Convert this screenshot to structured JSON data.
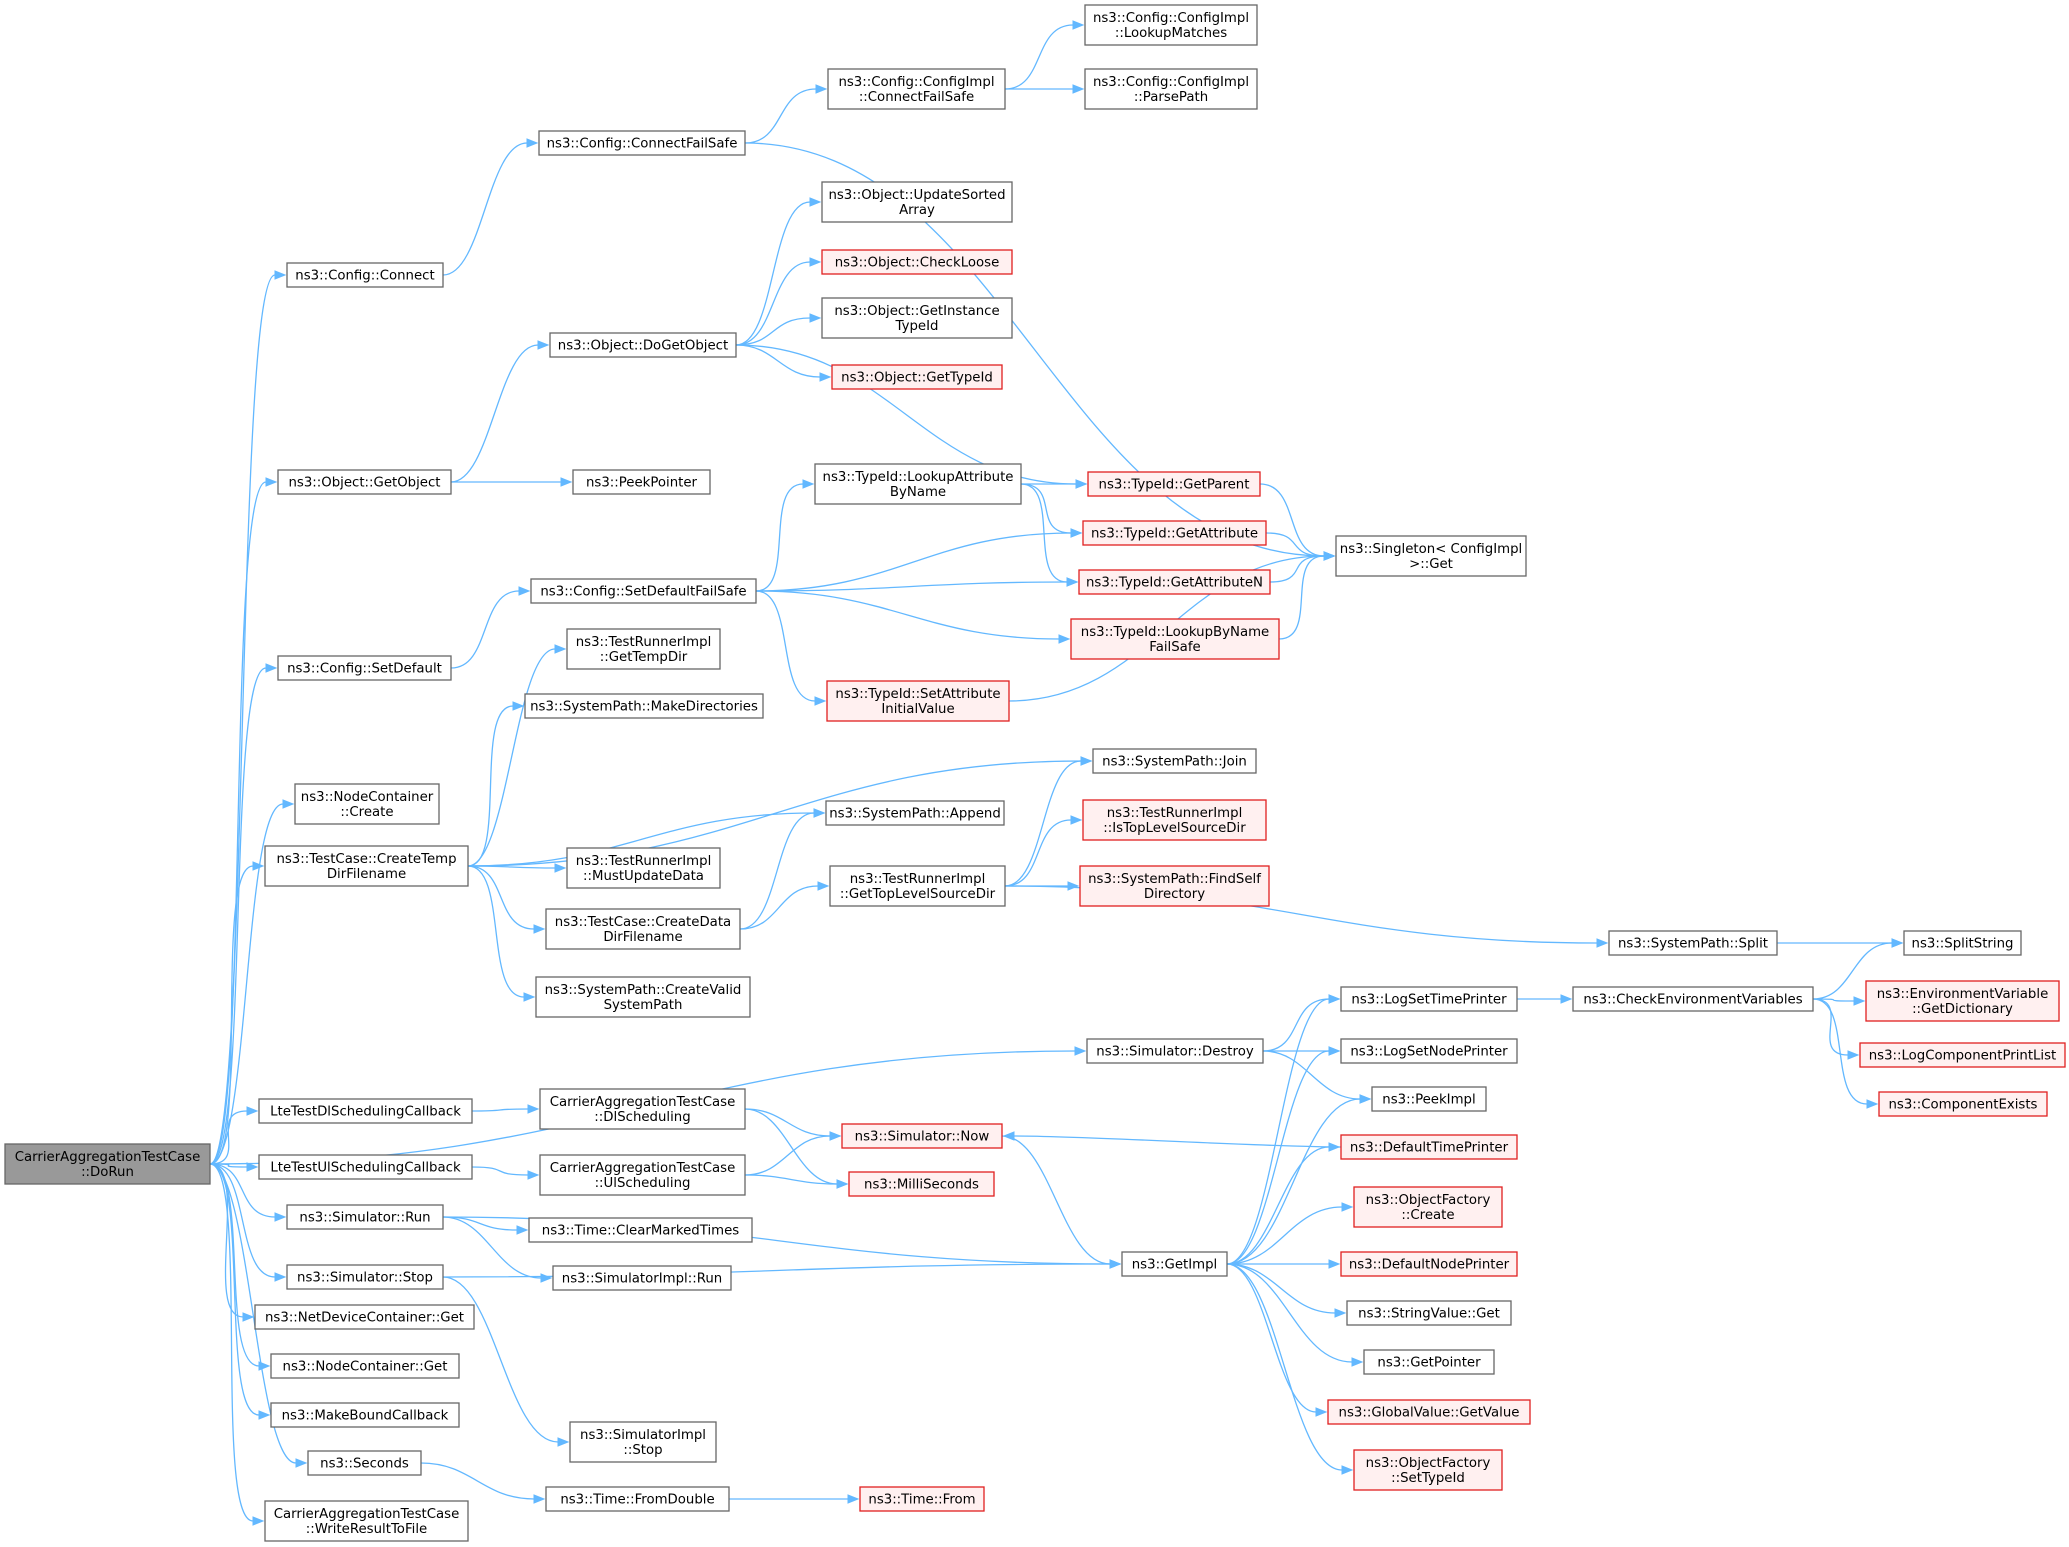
{
  "graph": {
    "type": "call-graph",
    "colors": {
      "edge": "#63b8ff",
      "node_border": "#666666",
      "truncated_border": "#e02020",
      "truncated_fill": "#fff0f0",
      "root_fill": "#999999"
    },
    "nodes": [
      {
        "id": "doRun",
        "lines": [
          "CarrierAggregationTestCase",
          "::DoRun"
        ],
        "style": "root"
      },
      {
        "id": "cfgConnect",
        "lines": [
          "ns3::Config::Connect"
        ]
      },
      {
        "id": "cfgConnectFS",
        "lines": [
          "ns3::Config::ConnectFailSafe"
        ]
      },
      {
        "id": "implConnectFS",
        "lines": [
          "ns3::Config::ConfigImpl",
          "::ConnectFailSafe"
        ]
      },
      {
        "id": "lookupMatches",
        "lines": [
          "ns3::Config::ConfigImpl",
          "::LookupMatches"
        ]
      },
      {
        "id": "parsePath",
        "lines": [
          "ns3::Config::ConfigImpl",
          "::ParsePath"
        ]
      },
      {
        "id": "updSorted",
        "lines": [
          "ns3::Object::UpdateSorted",
          "Array"
        ]
      },
      {
        "id": "checkLoose",
        "lines": [
          "ns3::Object::CheckLoose"
        ],
        "style": "red"
      },
      {
        "id": "getInstTid",
        "lines": [
          "ns3::Object::GetInstance",
          "TypeId"
        ]
      },
      {
        "id": "doGetObject",
        "lines": [
          "ns3::Object::DoGetObject"
        ]
      },
      {
        "id": "objGetTypeId",
        "lines": [
          "ns3::Object::GetTypeId"
        ],
        "style": "red"
      },
      {
        "id": "getObject",
        "lines": [
          "ns3::Object::GetObject"
        ]
      },
      {
        "id": "peekPointer",
        "lines": [
          "ns3::PeekPointer"
        ]
      },
      {
        "id": "lookupAttr",
        "lines": [
          "ns3::TypeId::LookupAttribute",
          "ByName"
        ]
      },
      {
        "id": "getParent",
        "lines": [
          "ns3::TypeId::GetParent"
        ],
        "style": "red"
      },
      {
        "id": "getAttribute",
        "lines": [
          "ns3::TypeId::GetAttribute"
        ],
        "style": "red"
      },
      {
        "id": "getAttributeN",
        "lines": [
          "ns3::TypeId::GetAttributeN"
        ],
        "style": "red"
      },
      {
        "id": "singletonGet",
        "lines": [
          "ns3::Singleton< ConfigImpl",
          ">::Get"
        ]
      },
      {
        "id": "setDefFS",
        "lines": [
          "ns3::Config::SetDefaultFailSafe"
        ]
      },
      {
        "id": "lookupByName",
        "lines": [
          "ns3::TypeId::LookupByName",
          "FailSafe"
        ],
        "style": "red"
      },
      {
        "id": "setDefault",
        "lines": [
          "ns3::Config::SetDefault"
        ]
      },
      {
        "id": "getTempDir",
        "lines": [
          "ns3::TestRunnerImpl",
          "::GetTempDir"
        ]
      },
      {
        "id": "setAttrInit",
        "lines": [
          "ns3::TypeId::SetAttribute",
          "InitialValue"
        ],
        "style": "red"
      },
      {
        "id": "makeDirs",
        "lines": [
          "ns3::SystemPath::MakeDirectories"
        ]
      },
      {
        "id": "spJoin",
        "lines": [
          "ns3::SystemPath::Join"
        ]
      },
      {
        "id": "ncCreate",
        "lines": [
          "ns3::NodeContainer",
          "::Create"
        ]
      },
      {
        "id": "isTopLevel",
        "lines": [
          "ns3::TestRunnerImpl",
          "::IsTopLevelSourceDir"
        ],
        "style": "red"
      },
      {
        "id": "spAppend",
        "lines": [
          "ns3::SystemPath::Append"
        ]
      },
      {
        "id": "createTemp",
        "lines": [
          "ns3::TestCase::CreateTemp",
          "DirFilename"
        ]
      },
      {
        "id": "mustUpdate",
        "lines": [
          "ns3::TestRunnerImpl",
          "::MustUpdateData"
        ]
      },
      {
        "id": "findSelf",
        "lines": [
          "ns3::SystemPath::FindSelf",
          "Directory"
        ],
        "style": "red"
      },
      {
        "id": "getTopLevel",
        "lines": [
          "ns3::TestRunnerImpl",
          "::GetTopLevelSourceDir"
        ]
      },
      {
        "id": "createData",
        "lines": [
          "ns3::TestCase::CreateData",
          "DirFilename"
        ]
      },
      {
        "id": "spSplit",
        "lines": [
          "ns3::SystemPath::Split"
        ]
      },
      {
        "id": "splitString",
        "lines": [
          "ns3::SplitString"
        ]
      },
      {
        "id": "createValid",
        "lines": [
          "ns3::SystemPath::CreateValid",
          "SystemPath"
        ]
      },
      {
        "id": "logSetTime",
        "lines": [
          "ns3::LogSetTimePrinter"
        ]
      },
      {
        "id": "checkEnv",
        "lines": [
          "ns3::CheckEnvironmentVariables"
        ]
      },
      {
        "id": "envGetDict",
        "lines": [
          "ns3::EnvironmentVariable",
          "::GetDictionary"
        ],
        "style": "red"
      },
      {
        "id": "simDestroy",
        "lines": [
          "ns3::Simulator::Destroy"
        ]
      },
      {
        "id": "logSetNode",
        "lines": [
          "ns3::LogSetNodePrinter"
        ]
      },
      {
        "id": "logCompPrint",
        "lines": [
          "ns3::LogComponentPrintList"
        ],
        "style": "red"
      },
      {
        "id": "peekImpl",
        "lines": [
          "ns3::PeekImpl"
        ]
      },
      {
        "id": "compExists",
        "lines": [
          "ns3::ComponentExists"
        ],
        "style": "red"
      },
      {
        "id": "lteDl",
        "lines": [
          "LteTestDlSchedulingCallback"
        ]
      },
      {
        "id": "carDl",
        "lines": [
          "CarrierAggregationTestCase",
          "::DlScheduling"
        ]
      },
      {
        "id": "simNow",
        "lines": [
          "ns3::Simulator::Now"
        ],
        "style": "red"
      },
      {
        "id": "defTimePrinter",
        "lines": [
          "ns3::DefaultTimePrinter"
        ],
        "style": "red"
      },
      {
        "id": "lteUl",
        "lines": [
          "LteTestUlSchedulingCallback"
        ]
      },
      {
        "id": "carUl",
        "lines": [
          "CarrierAggregationTestCase",
          "::UlScheduling"
        ]
      },
      {
        "id": "milliSeconds",
        "lines": [
          "ns3::MilliSeconds"
        ],
        "style": "red"
      },
      {
        "id": "ofCreate",
        "lines": [
          "ns3::ObjectFactory",
          "::Create"
        ],
        "style": "red"
      },
      {
        "id": "simRun",
        "lines": [
          "ns3::Simulator::Run"
        ]
      },
      {
        "id": "clearMarked",
        "lines": [
          "ns3::Time::ClearMarkedTimes"
        ]
      },
      {
        "id": "getImpl",
        "lines": [
          "ns3::GetImpl"
        ]
      },
      {
        "id": "defNodePrinter",
        "lines": [
          "ns3::DefaultNodePrinter"
        ],
        "style": "red"
      },
      {
        "id": "simStop",
        "lines": [
          "ns3::Simulator::Stop"
        ]
      },
      {
        "id": "simImplRun",
        "lines": [
          "ns3::SimulatorImpl::Run"
        ]
      },
      {
        "id": "svGet",
        "lines": [
          "ns3::StringValue::Get"
        ]
      },
      {
        "id": "ndcGet",
        "lines": [
          "ns3::NetDeviceContainer::Get"
        ]
      },
      {
        "id": "getPointer",
        "lines": [
          "ns3::GetPointer"
        ]
      },
      {
        "id": "ncGet",
        "lines": [
          "ns3::NodeContainer::Get"
        ]
      },
      {
        "id": "gvGetValue",
        "lines": [
          "ns3::GlobalValue::GetValue"
        ],
        "style": "red"
      },
      {
        "id": "makeBound",
        "lines": [
          "ns3::MakeBoundCallback"
        ]
      },
      {
        "id": "simImplStop",
        "lines": [
          "ns3::SimulatorImpl",
          "::Stop"
        ]
      },
      {
        "id": "ofSetTypeId",
        "lines": [
          "ns3::ObjectFactory",
          "::SetTypeId"
        ],
        "style": "red"
      },
      {
        "id": "seconds",
        "lines": [
          "ns3::Seconds"
        ]
      },
      {
        "id": "fromDouble",
        "lines": [
          "ns3::Time::FromDouble"
        ]
      },
      {
        "id": "timeFrom",
        "lines": [
          "ns3::Time::From"
        ],
        "style": "red"
      },
      {
        "id": "writeResult",
        "lines": [
          "CarrierAggregationTestCase",
          "::WriteResultToFile"
        ]
      }
    ],
    "edges": [
      [
        "doRun",
        "cfgConnect"
      ],
      [
        "doRun",
        "getObject"
      ],
      [
        "doRun",
        "setDefault"
      ],
      [
        "doRun",
        "ncCreate"
      ],
      [
        "doRun",
        "createTemp"
      ],
      [
        "doRun",
        "simDestroy"
      ],
      [
        "doRun",
        "lteDl"
      ],
      [
        "doRun",
        "lteUl"
      ],
      [
        "doRun",
        "simRun"
      ],
      [
        "doRun",
        "simStop"
      ],
      [
        "doRun",
        "ndcGet"
      ],
      [
        "doRun",
        "ncGet"
      ],
      [
        "doRun",
        "makeBound"
      ],
      [
        "doRun",
        "seconds"
      ],
      [
        "doRun",
        "writeResult"
      ],
      [
        "cfgConnect",
        "cfgConnectFS"
      ],
      [
        "cfgConnectFS",
        "implConnectFS"
      ],
      [
        "cfgConnectFS",
        "singletonGet"
      ],
      [
        "implConnectFS",
        "lookupMatches"
      ],
      [
        "implConnectFS",
        "parsePath"
      ],
      [
        "getObject",
        "doGetObject"
      ],
      [
        "getObject",
        "peekPointer"
      ],
      [
        "doGetObject",
        "updSorted"
      ],
      [
        "doGetObject",
        "checkLoose"
      ],
      [
        "doGetObject",
        "getInstTid"
      ],
      [
        "doGetObject",
        "objGetTypeId"
      ],
      [
        "doGetObject",
        "getParent"
      ],
      [
        "setDefault",
        "setDefFS"
      ],
      [
        "setDefFS",
        "lookupAttr"
      ],
      [
        "setDefFS",
        "getAttribute"
      ],
      [
        "setDefFS",
        "getAttributeN"
      ],
      [
        "setDefFS",
        "lookupByName"
      ],
      [
        "setDefFS",
        "setAttrInit"
      ],
      [
        "lookupAttr",
        "getParent"
      ],
      [
        "lookupAttr",
        "getAttribute"
      ],
      [
        "lookupAttr",
        "getAttributeN"
      ],
      [
        "getParent",
        "singletonGet"
      ],
      [
        "getAttribute",
        "singletonGet"
      ],
      [
        "getAttributeN",
        "singletonGet"
      ],
      [
        "lookupByName",
        "singletonGet"
      ],
      [
        "setAttrInit",
        "singletonGet"
      ],
      [
        "createTemp",
        "getTempDir"
      ],
      [
        "createTemp",
        "makeDirs"
      ],
      [
        "createTemp",
        "spJoin"
      ],
      [
        "createTemp",
        "spAppend"
      ],
      [
        "createTemp",
        "mustUpdate"
      ],
      [
        "createTemp",
        "createData"
      ],
      [
        "createTemp",
        "createValid"
      ],
      [
        "createData",
        "spAppend"
      ],
      [
        "createData",
        "getTopLevel"
      ],
      [
        "getTopLevel",
        "spJoin"
      ],
      [
        "getTopLevel",
        "isTopLevel"
      ],
      [
        "getTopLevel",
        "findSelf"
      ],
      [
        "getTopLevel",
        "spSplit"
      ],
      [
        "spSplit",
        "splitString"
      ],
      [
        "simDestroy",
        "logSetTime"
      ],
      [
        "simDestroy",
        "logSetNode"
      ],
      [
        "simDestroy",
        "peekImpl"
      ],
      [
        "logSetTime",
        "checkEnv"
      ],
      [
        "checkEnv",
        "splitString"
      ],
      [
        "checkEnv",
        "envGetDict"
      ],
      [
        "checkEnv",
        "logCompPrint"
      ],
      [
        "checkEnv",
        "compExists"
      ],
      [
        "lteDl",
        "carDl"
      ],
      [
        "lteUl",
        "carUl"
      ],
      [
        "carDl",
        "simNow"
      ],
      [
        "carDl",
        "milliSeconds"
      ],
      [
        "carUl",
        "simNow"
      ],
      [
        "carUl",
        "milliSeconds"
      ],
      [
        "simNow",
        "getImpl"
      ],
      [
        "defTimePrinter",
        "simNow"
      ],
      [
        "simRun",
        "clearMarked"
      ],
      [
        "simRun",
        "simImplRun"
      ],
      [
        "simRun",
        "getImpl"
      ],
      [
        "simStop",
        "getImpl"
      ],
      [
        "simStop",
        "simImplStop"
      ],
      [
        "getImpl",
        "logSetTime"
      ],
      [
        "getImpl",
        "logSetNode"
      ],
      [
        "getImpl",
        "peekImpl"
      ],
      [
        "getImpl",
        "defTimePrinter"
      ],
      [
        "getImpl",
        "ofCreate"
      ],
      [
        "getImpl",
        "defNodePrinter"
      ],
      [
        "getImpl",
        "svGet"
      ],
      [
        "getImpl",
        "getPointer"
      ],
      [
        "getImpl",
        "gvGetValue"
      ],
      [
        "getImpl",
        "ofSetTypeId"
      ],
      [
        "seconds",
        "fromDouble"
      ],
      [
        "fromDouble",
        "timeFrom"
      ]
    ]
  }
}
